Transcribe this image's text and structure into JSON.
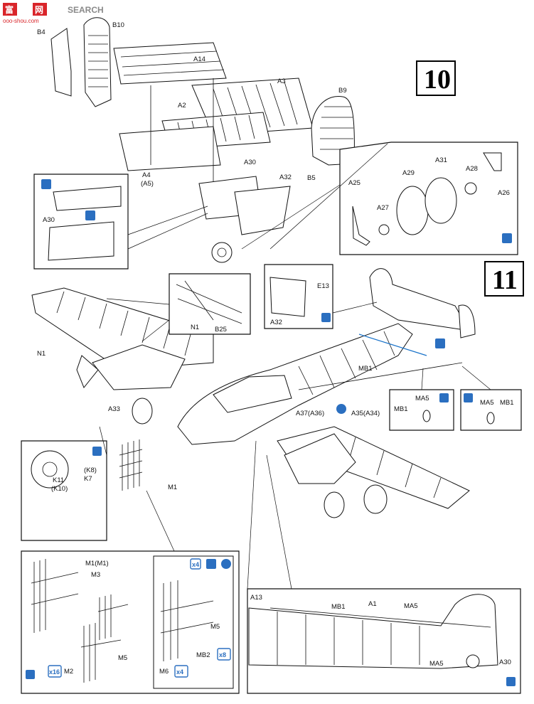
{
  "watermark": {
    "site_a": "富",
    "site_b": "网",
    "site_c": "SEARCH",
    "url": "ooo-shou.com"
  },
  "steps": [
    "10",
    "11"
  ],
  "labels": {
    "B4": "B4",
    "B10": "B10",
    "A14": "A14",
    "A3": "A3",
    "B9": "B9",
    "A2": "A2",
    "A4": "A4",
    "A5": "(A5)",
    "A30": "A30",
    "A32": "A32",
    "B5": "B5",
    "A31": "A31",
    "A28": "A28",
    "A29": "A29",
    "A25": "A25",
    "A26": "A26",
    "A27": "A27",
    "E13": "E13",
    "N1": "N1",
    "B25": "B25",
    "MB1": "MB1",
    "MA5": "MA5",
    "A33": "A33",
    "A37": "A37(A36)",
    "A35": "A35(A34)",
    "K8": "(K8)",
    "K11": "K11",
    "K7": "K7",
    "K10": "(K10)",
    "M1": "M1",
    "M1M1": "M1(M1)",
    "M3": "M3",
    "M5": "M5",
    "M2": "M2",
    "MB2": "MB2",
    "M6": "M6",
    "A13": "A13",
    "A1": "A1"
  },
  "qty": {
    "x16": "x16",
    "x4": "x4",
    "x8": "x8"
  },
  "colors": {
    "accent": "#2b6fc0",
    "line": "#111111",
    "wm_red": "#d9252a",
    "wm_gray": "#8a8a8a"
  },
  "icons": [
    "paint-brush-icon",
    "glue-icon",
    "drill-hole-icon",
    "decal-icon"
  ]
}
